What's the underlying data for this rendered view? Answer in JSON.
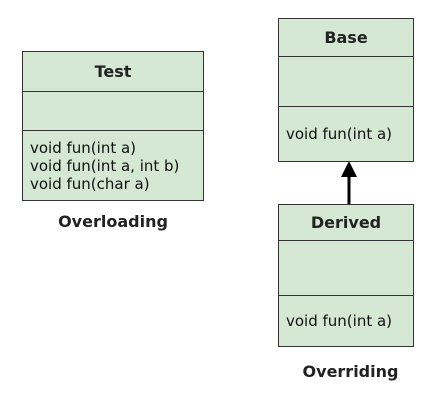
{
  "overloading": {
    "class_name": "Test",
    "methods": [
      "void fun(int a)",
      "void fun(int a, int b)",
      "void fun(char a)"
    ],
    "caption": "Overloading"
  },
  "overriding": {
    "base": {
      "class_name": "Base",
      "methods": [
        "void fun(int a)"
      ]
    },
    "derived": {
      "class_name": "Derived",
      "methods": [
        "void fun(int a)"
      ]
    },
    "caption": "Overriding"
  },
  "colors": {
    "class_fill": "#d5e8d4",
    "border": "#333333",
    "arrow": "#000000"
  }
}
